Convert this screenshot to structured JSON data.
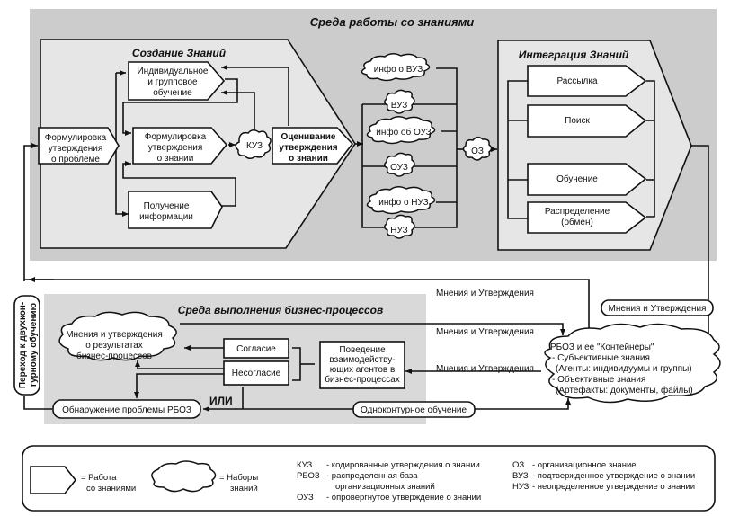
{
  "colors": {
    "env_background": "#cccccc",
    "inner_panel": "#e6e6e6",
    "shape_fill": "#ffffff",
    "stroke": "#111111"
  },
  "knowledge_env": {
    "title": "Среда работы со знаниями",
    "creation": {
      "title": "Создание Знаний",
      "formulate_problem": [
        "Формулировка",
        "утверждения",
        "о проблеме"
      ],
      "individual_learning": [
        "Индивидуальное",
        "и групповое",
        "обучение"
      ],
      "formulate_knowledge": [
        "Формулировка",
        "утверждения",
        "о знании"
      ],
      "get_info": [
        "Получение",
        "информации"
      ],
      "kuz": "КУЗ",
      "evaluate": [
        "Оценивание",
        "утверждения",
        "о знании"
      ]
    },
    "claims": {
      "info_vuz": "инфо о ВУЗ",
      "vuz": "ВУЗ",
      "info_ouz": "инфо об ОУЗ",
      "ouz": "ОУЗ",
      "info_nuz": "инфо о НУЗ",
      "nuz": "НУЗ",
      "oz": "ОЗ"
    },
    "integration": {
      "title": "Интеграция Знаний",
      "items": [
        [
          "Рассылка"
        ],
        [
          "Поиск"
        ],
        [
          "Обучение"
        ],
        [
          "Распределение",
          "(обмен)"
        ]
      ]
    }
  },
  "business_env": {
    "title": "Среда выполнения бизнес-процессов",
    "opinions_cloud": [
      "Мнения и утверждения",
      "о результатах",
      "бизнес-процессов"
    ],
    "agree": "Согласие",
    "disagree": "Несогласие",
    "behavior": [
      "Поведение",
      "взаимодейству-",
      "ющих агентов в",
      "бизнес-процессах"
    ],
    "detect_problem": "Обнаружение проблемы РБОЗ",
    "or_label": "ИЛИ"
  },
  "double_loop": [
    "Переход к двухкон-",
    "турному обучению"
  ],
  "single_loop": "Одноконтурное обучение",
  "opinions_labels": {
    "top": "Мнения и Утверждения",
    "middle": "Мнения и Утверждения",
    "lower": "Мнения и Утверждения",
    "right_pill": "Мнения и Утверждения"
  },
  "rboz_cloud": [
    "РБОЗ и ее \"Контейнеры\"",
    "- Субъективные знания",
    "(Агенты: индивидуумы и группы)",
    "- Объективные знания",
    "(Артефакты: документы, файлы)"
  ],
  "legend": {
    "work_label": [
      "= Работа",
      "со знаниями"
    ],
    "sets_label": [
      "= Наборы",
      "знаний"
    ],
    "abbr_left": [
      {
        "abbr": "КУЗ",
        "desc": [
          "- кодированные утверждения о знании"
        ]
      },
      {
        "abbr": "РБОЗ",
        "desc": [
          "- распределенная база",
          "организационных знаний"
        ]
      },
      {
        "abbr": "ОУЗ",
        "desc": [
          "- опровергнутое утверждение о знании"
        ]
      }
    ],
    "abbr_right": [
      {
        "abbr": "ОЗ",
        "desc": [
          "- организационное знание"
        ]
      },
      {
        "abbr": "ВУЗ",
        "desc": [
          "- подтвержденное утверждение о знании"
        ]
      },
      {
        "abbr": "НУЗ",
        "desc": [
          "- неопределенное утверждение о знании"
        ]
      }
    ]
  }
}
